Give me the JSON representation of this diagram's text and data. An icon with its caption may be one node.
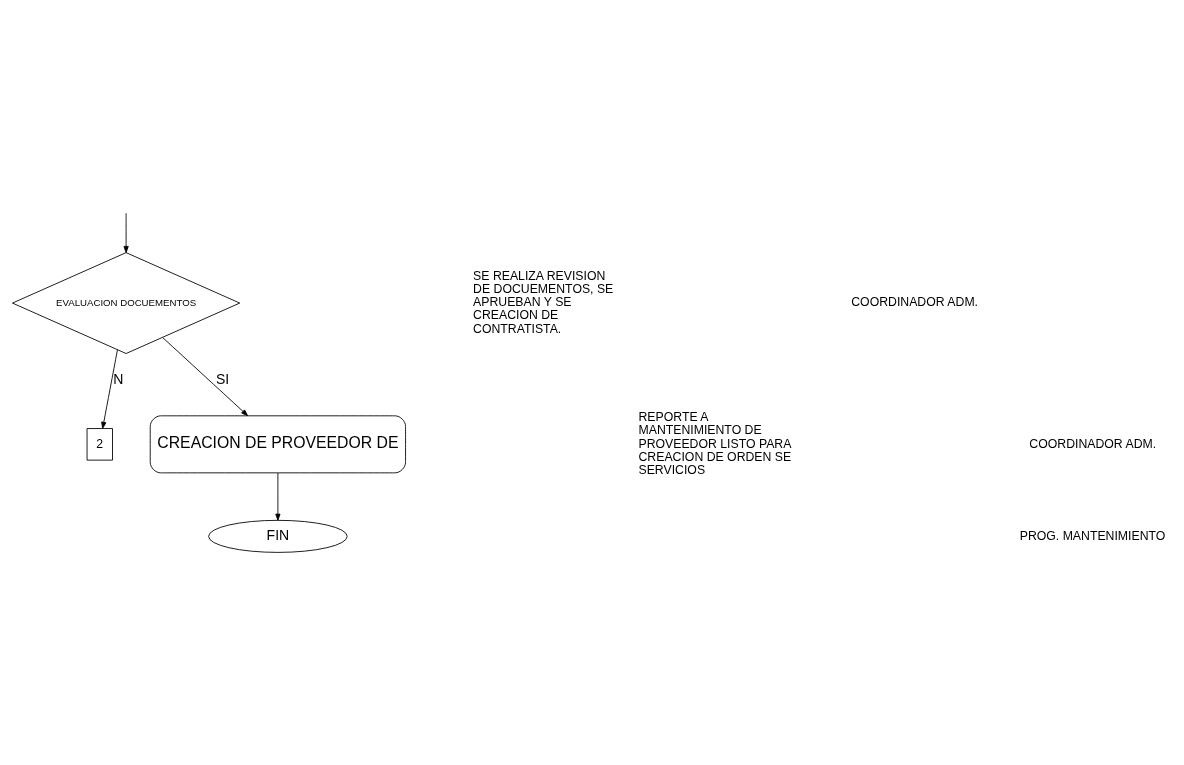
{
  "diagram": {
    "nodes": [
      {
        "text": [
          "2"
        ]
      },
      {
        "text": [
          "EVALUACION DOCUEMENTOS"
        ]
      },
      {
        "text": [
          "CREACION DE PROVEEDOR DE"
        ]
      },
      {
        "text": [
          "FIN"
        ]
      }
    ],
    "edges": [
      {
        "from": null,
        "to": 1,
        "arrow": "to"
      },
      {
        "from": 1,
        "to": 0,
        "arrow": "to",
        "label": "N"
      },
      {
        "from": 1,
        "to": 2,
        "arrow": "to",
        "label": "SI"
      },
      {
        "from": 2,
        "to": 3,
        "arrow": "to"
      }
    ],
    "labels": [
      "SE REALIZA REVISION DE DOCUEMENTOS, SE APRUEBAN Y SE CREACION DE CONTRATISTA.",
      "COORDINADOR ADM.",
      "REPORTE A MANTENIMIENTO DE PROVEEDOR LISTO PARA CREACION DE ORDEN SE SERVICIOS",
      "COORDINADOR ADM.",
      "PROG. MANTENIMIENTO"
    ]
  }
}
